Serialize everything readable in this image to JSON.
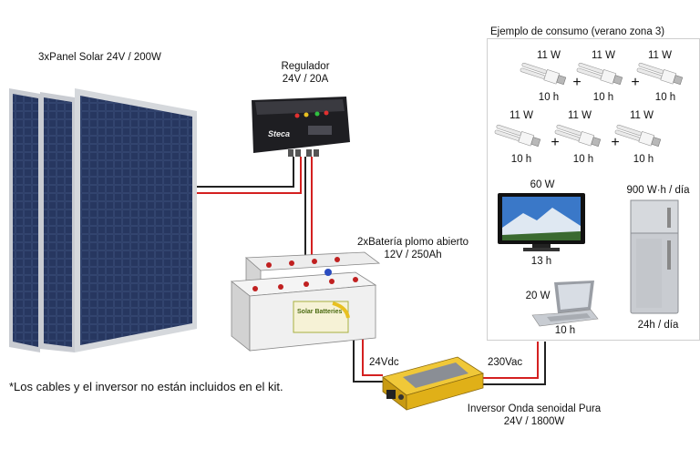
{
  "panels": {
    "label": "3xPanel Solar 24V / 200W"
  },
  "regulador": {
    "title": "Regulador",
    "spec": "24V / 20A",
    "brand": "Steca"
  },
  "bateria": {
    "label": "2xBatería plomo abierto",
    "spec": "12V / 250Ah",
    "brand": "Solar Batteries"
  },
  "inversor": {
    "title": "Inversor Onda senoidal Pura",
    "spec": "24V / 1800W"
  },
  "wire_labels": {
    "dc": "24Vdc",
    "ac": "230Vac"
  },
  "consumo": {
    "title": "Ejemplo de consumo (verano zona 3)",
    "bulbs": [
      {
        "power": "11 W",
        "hours": "10 h"
      },
      {
        "power": "11 W",
        "hours": "10 h"
      },
      {
        "power": "11 W",
        "hours": "10 h"
      },
      {
        "power": "11 W",
        "hours": "10 h"
      },
      {
        "power": "11 W",
        "hours": "10 h"
      },
      {
        "power": "11 W",
        "hours": "10 h"
      }
    ],
    "plus": "+",
    "tv": {
      "power": "60 W",
      "hours": "13 h"
    },
    "laptop": {
      "power": "20 W",
      "hours": "10 h"
    },
    "fridge": {
      "energy": "900 W·h / día",
      "hours": "24h / día"
    }
  },
  "note": "*Los cables y el inversor no están incluidos en el kit.",
  "colors": {
    "wire_red": "#d42020",
    "wire_black": "#222222",
    "inverter": "#e6b516"
  }
}
